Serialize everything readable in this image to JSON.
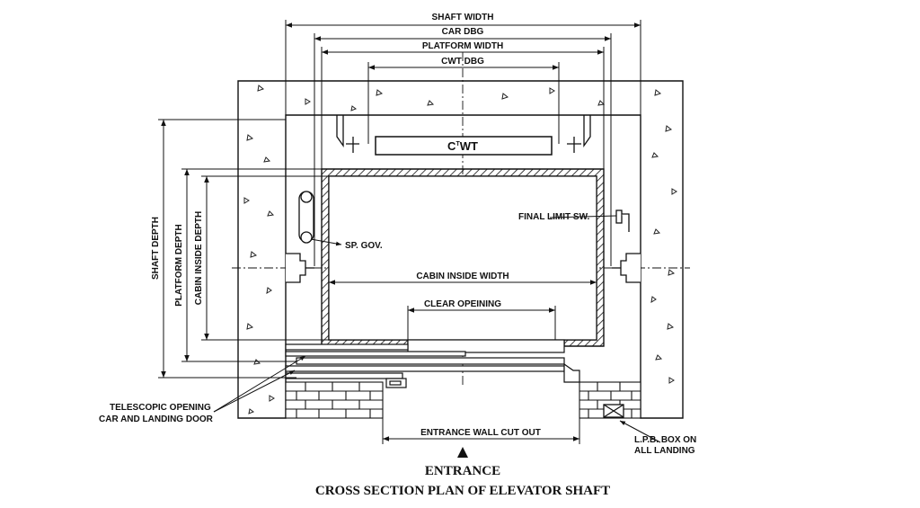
{
  "dimensions": {
    "shaft_width": "SHAFT WIDTH",
    "car_dbg": "CAR DBG",
    "platform_width": "PLATFORM WIDTH",
    "cwt_dbg": "CWT DBG",
    "shaft_depth": "SHAFT DEPTH",
    "platform_depth": "PLATFORM DEPTH",
    "cabin_inside_depth": "CABIN INSIDE DEPTH",
    "cabin_inside_width": "CABIN INSIDE WIDTH",
    "clear_opening": "CLEAR OPEINING",
    "entrance_wall_cut_out": "ENTRANCE WALL CUT OUT"
  },
  "components": {
    "counterweight": "C",
    "counterweight_sup": "T",
    "counterweight_suffix": "WT",
    "final_limit_switch": "FINAL LIMIT SW.",
    "speed_governor": "SP. GOV.",
    "telescopic_line1": "TELESCOPIC OPENING",
    "telescopic_line2": "CAR AND LANDING DOOR",
    "lpb_line1": "L.P.B. BOX ON",
    "lpb_line2": "ALL LANDING"
  },
  "titles": {
    "entrance": "ENTRANCE",
    "main": "CROSS SECTION PLAN OF ELEVATOR SHAFT"
  }
}
